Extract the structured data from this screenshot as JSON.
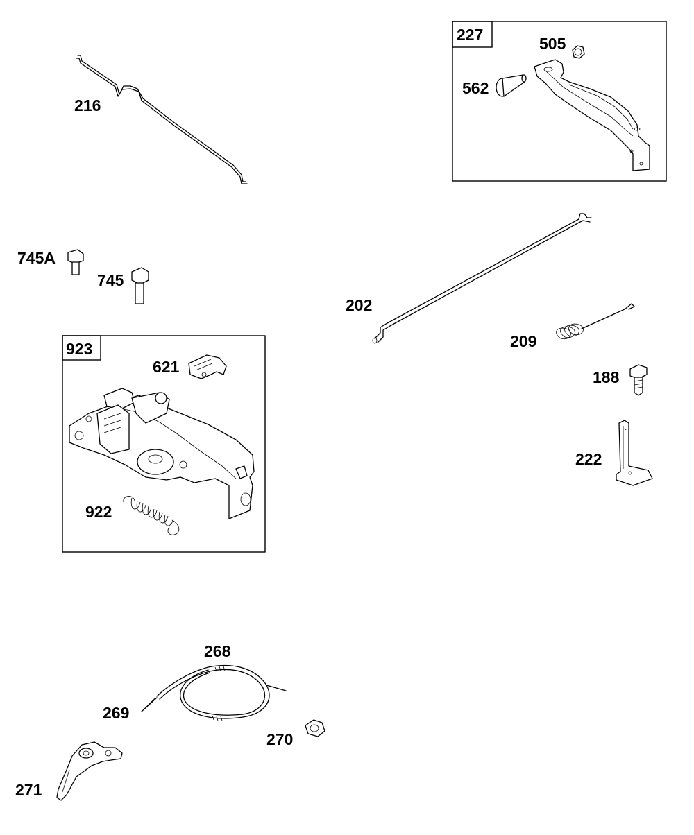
{
  "groups": {
    "g227": {
      "number": "227"
    },
    "g923": {
      "number": "923"
    }
  },
  "parts": {
    "p216": "216",
    "p505": "505",
    "p562": "562",
    "p745A": "745A",
    "p745": "745",
    "p202": "202",
    "p209": "209",
    "p188": "188",
    "p222": "222",
    "p621": "621",
    "p922": "922",
    "p268": "268",
    "p269": "269",
    "p270": "270",
    "p271": "271"
  }
}
